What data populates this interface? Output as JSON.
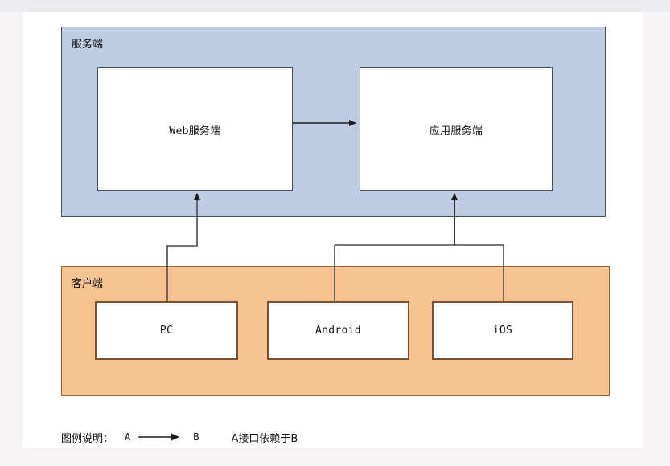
{
  "diagram": {
    "groups": [
      {
        "id": "server",
        "title": "服务端",
        "fill": "#bfcde3",
        "border": "#4a4f5c",
        "nodes": [
          {
            "id": "web-server",
            "label": "Web服务端"
          },
          {
            "id": "app-server",
            "label": "应用服务端"
          }
        ]
      },
      {
        "id": "client",
        "title": "客户端",
        "fill": "#f7c291",
        "border": "#9a6133",
        "nodes": [
          {
            "id": "pc",
            "label": "PC"
          },
          {
            "id": "android",
            "label": "Android"
          },
          {
            "id": "ios",
            "label": "iOS"
          }
        ]
      }
    ],
    "edges": [
      {
        "id": "web-to-app",
        "from": "Web服务端",
        "to": "应用服务端"
      },
      {
        "id": "pc-to-web",
        "from": "PC",
        "to": "Web服务端"
      },
      {
        "id": "android-to-app",
        "from": "Android",
        "to": "应用服务端"
      },
      {
        "id": "ios-to-app",
        "from": "iOS",
        "to": "应用服务端"
      }
    ],
    "line_color": "#1a1a1a"
  },
  "legend": {
    "label": "图例说明：",
    "source": "A",
    "target": "B",
    "description": "A接口依赖于B"
  }
}
